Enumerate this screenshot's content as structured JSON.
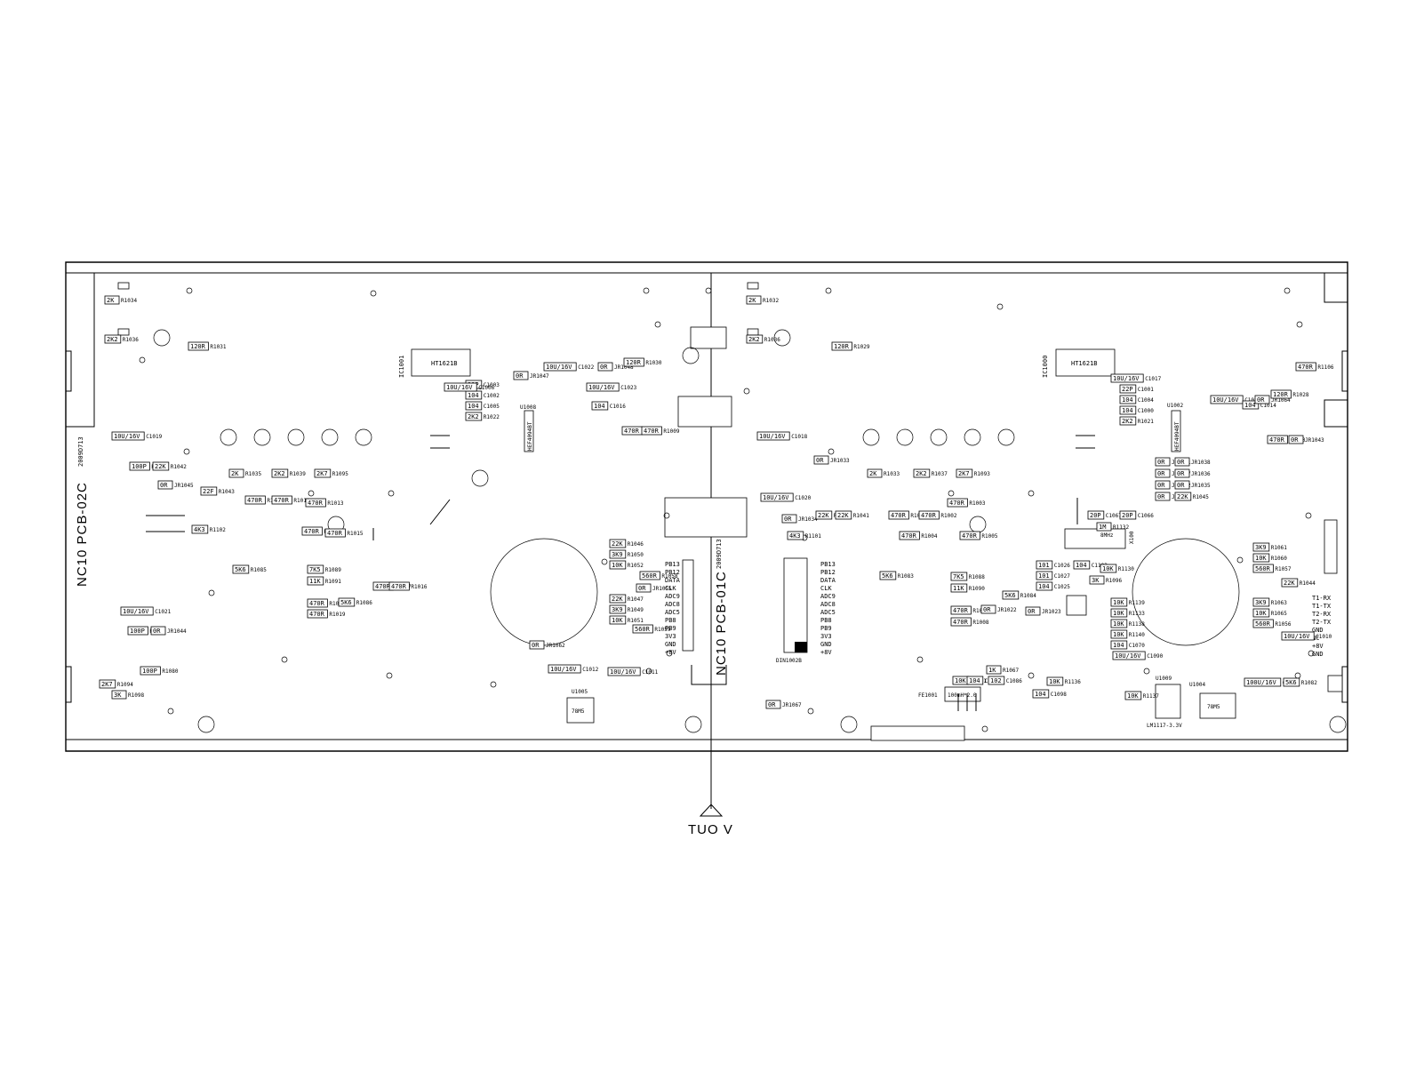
{
  "board": {
    "left_pcb_label": "NC10 PCB-02C",
    "right_pcb_label": "NC10 PCB-01C",
    "left_date": "2009D713",
    "right_date": "2009D713",
    "output_label": "TUO V"
  },
  "ics": {
    "ic1001": {
      "ref": "IC1001",
      "part": "HT1621B"
    },
    "ic1000": {
      "ref": "IC1000",
      "part": "HT1621B"
    },
    "u1008": {
      "ref": "U1008",
      "part": "HEF4094BT"
    },
    "u1002": {
      "ref": "U1002",
      "part": "HEF4094BT"
    },
    "u1005": {
      "ref": "U1005",
      "part": "78M5"
    },
    "u1004": {
      "ref": "U1004",
      "part": "78M5"
    },
    "u1009": {
      "ref": "U1009",
      "part": "LM1117-3.3V"
    },
    "x100": {
      "ref": "X100",
      "part": "8MHz"
    },
    "connector": {
      "ref": "DIN1002B"
    },
    "fuse": {
      "ref": "FE1001",
      "part": "100mH*2.0"
    }
  },
  "connector_pins_left": [
    "PB13",
    "PB12",
    "DATA",
    "CLK",
    "ADC9",
    "ADC8",
    "ADC5",
    "PB8",
    "PB9",
    "3V3",
    "GND",
    "+8V"
  ],
  "connector_pins_right": [
    "PB13",
    "PB12",
    "DATA",
    "CLK",
    "ADC9",
    "ADC8",
    "ADC5",
    "PB8",
    "PB9",
    "3V3",
    "GND",
    "+8V"
  ],
  "ext_pins": [
    "T1-RX",
    "T1-TX",
    "T2-RX",
    "T2-TX",
    "GND",
    "NC",
    "+8V",
    "GND"
  ],
  "components": [
    {
      "v": "2K",
      "r": "R1034"
    },
    {
      "v": "2K2",
      "r": "R1036"
    },
    {
      "v": "120R",
      "r": "R1031"
    },
    {
      "v": "10U/16V",
      "r": "C1019"
    },
    {
      "v": "100P",
      "r": "R1076"
    },
    {
      "v": "22K",
      "r": "R1042"
    },
    {
      "v": "0R",
      "r": "JR1045"
    },
    {
      "v": "22F",
      "r": "R1043"
    },
    {
      "v": "4K3",
      "r": "R1102"
    },
    {
      "v": "2K",
      "r": "R1035"
    },
    {
      "v": "2K2",
      "r": "R1039"
    },
    {
      "v": "2K7",
      "r": "R1095"
    },
    {
      "v": "470R",
      "r": "R1011"
    },
    {
      "v": "470R",
      "r": "R1012"
    },
    {
      "v": "470R",
      "r": "R1013"
    },
    {
      "v": "470R",
      "r": "R1014"
    },
    {
      "v": "470R",
      "r": "R1015"
    },
    {
      "v": "5K6",
      "r": "R1085"
    },
    {
      "v": "7K5",
      "r": "R1089"
    },
    {
      "v": "11K",
      "r": "R1091"
    },
    {
      "v": "470R",
      "r": "R1018"
    },
    {
      "v": "470R",
      "r": "R1019"
    },
    {
      "v": "5K6",
      "r": "R1086"
    },
    {
      "v": "470R",
      "r": "R1017"
    },
    {
      "v": "470R",
      "r": "R1016"
    },
    {
      "v": "10U/16V",
      "r": "C1021"
    },
    {
      "v": "100P",
      "r": "R1079"
    },
    {
      "v": "0R",
      "r": "JR1044"
    },
    {
      "v": "100P",
      "r": "R1080"
    },
    {
      "v": "2K7",
      "r": "R1094"
    },
    {
      "v": "3K",
      "r": "R1098"
    },
    {
      "v": "22P",
      "r": "C1003"
    },
    {
      "v": "104",
      "r": "C1002"
    },
    {
      "v": "104",
      "r": "C1005"
    },
    {
      "v": "2K2",
      "r": "R1022"
    },
    {
      "v": "10U/16V",
      "r": "C1006"
    },
    {
      "v": "10U/16V",
      "r": "C1022"
    },
    {
      "v": "10U/16V",
      "r": "C1023"
    },
    {
      "v": "104",
      "r": "C1016"
    },
    {
      "v": "0R",
      "r": "JR1048"
    },
    {
      "v": "120R",
      "r": "R1030"
    },
    {
      "v": "0R",
      "r": "JR1047"
    },
    {
      "v": "470R",
      "r": "R1010"
    },
    {
      "v": "470R",
      "r": "R1009"
    },
    {
      "v": "22K",
      "r": "R1046"
    },
    {
      "v": "3K9",
      "r": "R1050"
    },
    {
      "v": "10K",
      "r": "R1052"
    },
    {
      "v": "560R",
      "r": "R1058"
    },
    {
      "v": "0R",
      "r": "JR1055"
    },
    {
      "v": "22K",
      "r": "R1047"
    },
    {
      "v": "3K9",
      "r": "R1049"
    },
    {
      "v": "10K",
      "r": "R1051"
    },
    {
      "v": "560R",
      "r": "R1059"
    },
    {
      "v": "10U/16V",
      "r": "C1012"
    },
    {
      "v": "10U/16V",
      "r": "C1011"
    },
    {
      "v": "0R",
      "r": "JR1062"
    },
    {
      "v": "2K",
      "r": "R1032"
    },
    {
      "v": "2K2",
      "r": "R1036"
    },
    {
      "v": "120R",
      "r": "R1029"
    },
    {
      "v": "10U/16V",
      "r": "C1018"
    },
    {
      "v": "0R",
      "r": "JR1033"
    },
    {
      "v": "10U/16V",
      "r": "C1020"
    },
    {
      "v": "0R",
      "r": "JR1034"
    },
    {
      "v": "4K3",
      "r": "R1101"
    },
    {
      "v": "22K",
      "r": "R1040"
    },
    {
      "v": "22K",
      "r": "R1041"
    },
    {
      "v": "2K",
      "r": "R1033"
    },
    {
      "v": "2K2",
      "r": "R1037"
    },
    {
      "v": "2K7",
      "r": "R1093"
    },
    {
      "v": "470R",
      "r": "R1001"
    },
    {
      "v": "470R",
      "r": "R1002"
    },
    {
      "v": "470R",
      "r": "R1003"
    },
    {
      "v": "470R",
      "r": "R1004"
    },
    {
      "v": "470R",
      "r": "R1005"
    },
    {
      "v": "5K6",
      "r": "R1083"
    },
    {
      "v": "7K5",
      "r": "R1088"
    },
    {
      "v": "11K",
      "r": "R1090"
    },
    {
      "v": "470R",
      "r": "R1007"
    },
    {
      "v": "470R",
      "r": "R1008"
    },
    {
      "v": "0R",
      "r": "JR1022"
    },
    {
      "v": "5K6",
      "r": "R1084"
    },
    {
      "v": "0R",
      "r": "JR1023"
    },
    {
      "v": "101",
      "r": "C1026"
    },
    {
      "v": "101",
      "r": "C1027"
    },
    {
      "v": "104",
      "r": "C1025"
    },
    {
      "v": "104",
      "r": "C1103"
    },
    {
      "v": "10K",
      "r": "R1130"
    },
    {
      "v": "20P",
      "r": "C1067"
    },
    {
      "v": "1M",
      "r": "R1132"
    },
    {
      "v": "20P",
      "r": "C1066"
    },
    {
      "v": "22P",
      "r": "C1001"
    },
    {
      "v": "104",
      "r": "C1004"
    },
    {
      "v": "104",
      "r": "C1000"
    },
    {
      "v": "2K2",
      "r": "R1021"
    },
    {
      "v": "10U/16V",
      "r": "C1017"
    },
    {
      "v": "10U/16V",
      "r": "C1013"
    },
    {
      "v": "104",
      "r": "C1014"
    },
    {
      "v": "0R",
      "r": "JR1064"
    },
    {
      "v": "120R",
      "r": "R1028"
    },
    {
      "v": "470R",
      "r": "R1106"
    },
    {
      "v": "470R",
      "r": "R1000"
    },
    {
      "v": "0R",
      "r": "JR1043"
    },
    {
      "v": "0R",
      "r": "JR1041"
    },
    {
      "v": "0R",
      "r": "JR1037"
    },
    {
      "v": "0R",
      "r": "JR1032"
    },
    {
      "v": "0R",
      "r": "JR1042"
    },
    {
      "v": "0R",
      "r": "JR1038"
    },
    {
      "v": "0R",
      "r": "JR1036"
    },
    {
      "v": "0R",
      "r": "JR1035"
    },
    {
      "v": "22K",
      "r": "R1045"
    },
    {
      "v": "3K9",
      "r": "R1061"
    },
    {
      "v": "10K",
      "r": "R1060"
    },
    {
      "v": "560R",
      "r": "R1057"
    },
    {
      "v": "22K",
      "r": "R1044"
    },
    {
      "v": "3K9",
      "r": "R1063"
    },
    {
      "v": "10K",
      "r": "R1065"
    },
    {
      "v": "560R",
      "r": "R1056"
    },
    {
      "v": "10U/16V",
      "r": "C1010"
    },
    {
      "v": "100U/16V",
      "r": "C1009"
    },
    {
      "v": "5K6",
      "r": "R1082"
    },
    {
      "v": "10K",
      "r": "R1081"
    },
    {
      "v": "104",
      "r": "C1037"
    },
    {
      "v": "1K",
      "r": "R1067"
    },
    {
      "v": "102",
      "r": "C1086"
    },
    {
      "v": "104",
      "r": "C1098"
    },
    {
      "v": "10K",
      "r": "R1136"
    },
    {
      "v": "10K",
      "r": "R1133"
    },
    {
      "v": "10K",
      "r": "R1138"
    },
    {
      "v": "10K",
      "r": "R1140"
    },
    {
      "v": "104",
      "r": "C1070"
    },
    {
      "v": "10U/16V",
      "r": "C1090"
    },
    {
      "v": "10K",
      "r": "R1137"
    },
    {
      "v": "10K",
      "r": "R1139"
    },
    {
      "v": "3K",
      "r": "R1096"
    },
    {
      "v": "0R",
      "r": "JR1067"
    }
  ]
}
